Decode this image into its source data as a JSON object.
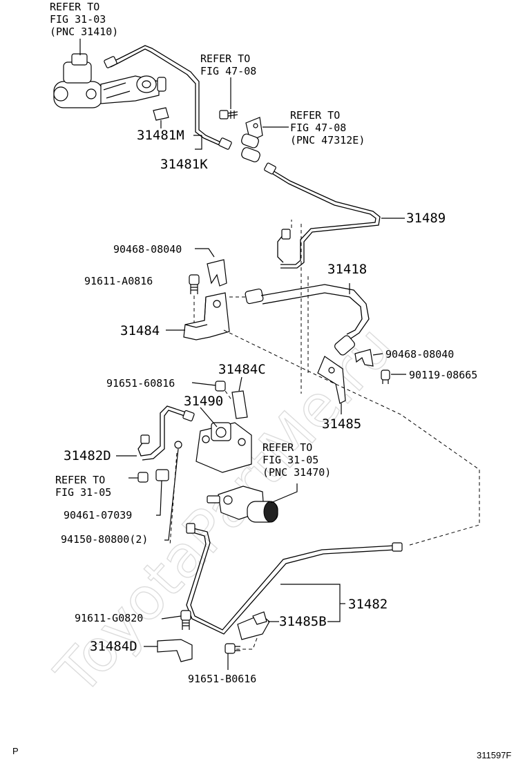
{
  "watermark": "ToyotaPartMe.ru",
  "footer": {
    "left": "P",
    "right": "311597F"
  },
  "refs": {
    "fig_31_03": [
      "REFER TO",
      "FIG 31-03",
      "(PNC 31410)"
    ],
    "fig_47_08_a": [
      "REFER TO",
      "FIG 47-08"
    ],
    "fig_47_08_b": [
      "REFER TO",
      "FIG 47-08",
      "(PNC 47312E)"
    ],
    "fig_31_05_a": [
      "REFER TO",
      "FIG 31-05",
      "(PNC 31470)"
    ],
    "fig_31_05_b": [
      "REFER TO",
      "FIG 31-05"
    ]
  },
  "parts": {
    "p31481M": "31481M",
    "p31481K": "31481K",
    "p31489": "31489",
    "p90468a": "90468-08040",
    "p91611a": "91611-A0816",
    "p31418": "31418",
    "p31484": "31484",
    "p90468b": "90468-08040",
    "p90119": "90119-08665",
    "p91651a": "91651-60816",
    "p31484C": "31484C",
    "p31490": "31490",
    "p31485": "31485",
    "p31482D": "31482D",
    "p90461": "90461-07039",
    "p94150": "94150-80800(2)",
    "p31482": "31482",
    "p91611b": "91611-G0820",
    "p31485B": "31485B",
    "p31484D": "31484D",
    "p91651b": "91651-B0616"
  }
}
